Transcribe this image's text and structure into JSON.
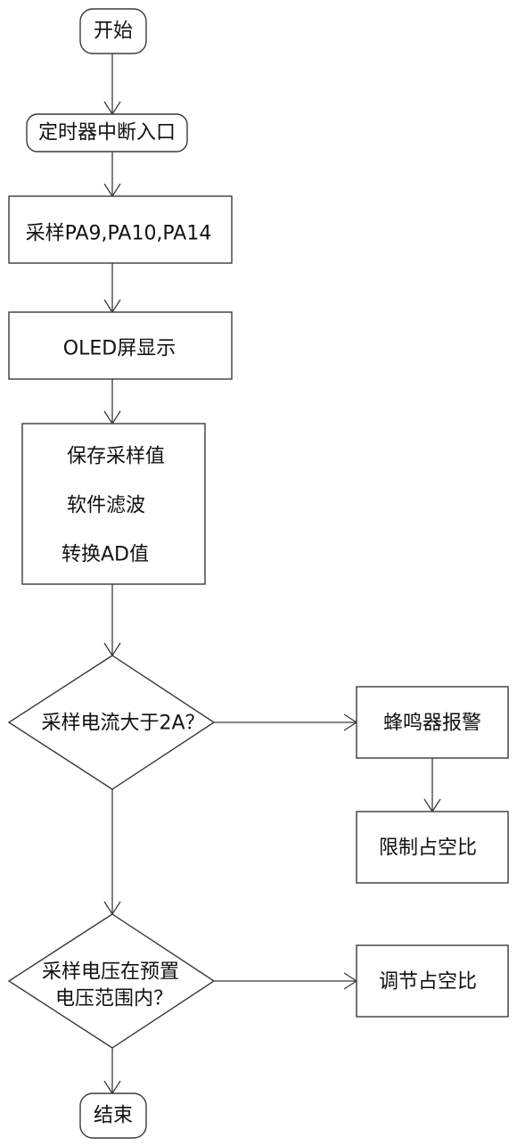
{
  "nodes": {
    "start": {
      "text": "开始"
    },
    "timer_interrupt": {
      "text": "定时器中断入口"
    },
    "sample": {
      "text": "采样PA9,PA10,PA14"
    },
    "oled": {
      "text": "OLED屏显示"
    },
    "process": {
      "lines": [
        "保存采样值",
        "软件滤波",
        "转换AD值"
      ]
    },
    "current_check": {
      "text": "采样电流大于2A？"
    },
    "buzzer": {
      "text": "蜂鸣器报警"
    },
    "limit_duty": {
      "text": "限制占空比"
    },
    "voltage_check": {
      "lines": [
        "采样电压在预置",
        "电压范围内？"
      ]
    },
    "adjust_duty": {
      "text": "调节占空比"
    },
    "end": {
      "text": "结束"
    }
  }
}
